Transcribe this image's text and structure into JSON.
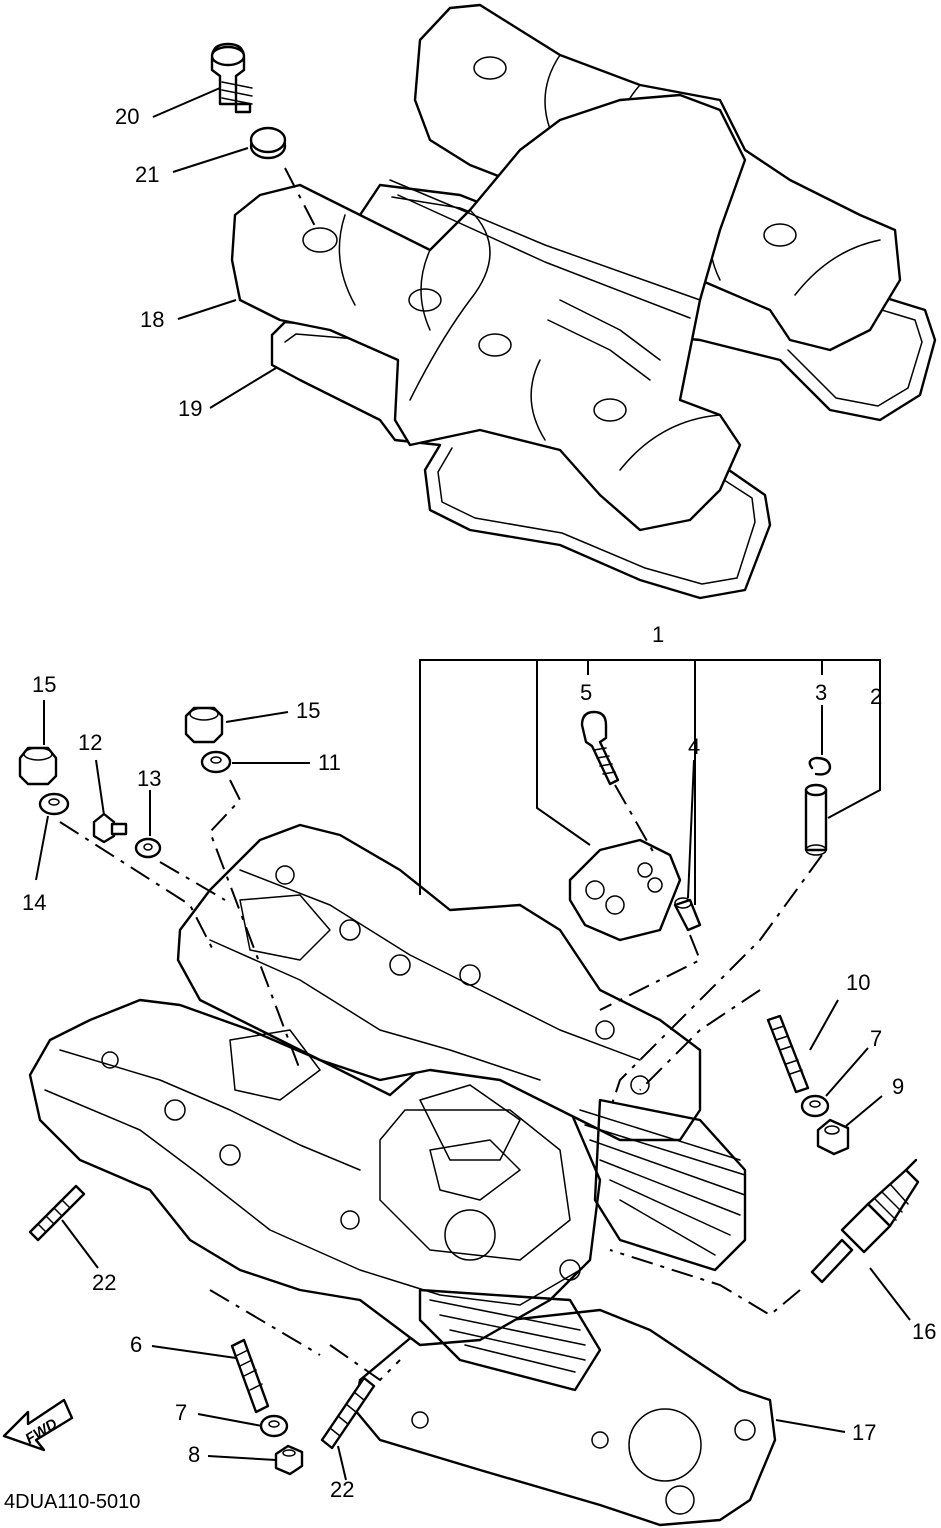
{
  "callouts": {
    "c1": "1",
    "c2": "2",
    "c3": "3",
    "c4": "4",
    "c5": "5",
    "c6": "6",
    "c7a": "7",
    "c7b": "7",
    "c8": "8",
    "c9": "9",
    "c10": "10",
    "c11": "11",
    "c12": "12",
    "c13": "13",
    "c14": "14",
    "c15a": "15",
    "c15b": "15",
    "c16": "16",
    "c17": "17",
    "c18": "18",
    "c19": "19",
    "c20": "20",
    "c21": "21",
    "c22a": "22",
    "c22b": "22"
  },
  "direction_badge": "FWD",
  "diagram_code": "4DUA110-5010"
}
